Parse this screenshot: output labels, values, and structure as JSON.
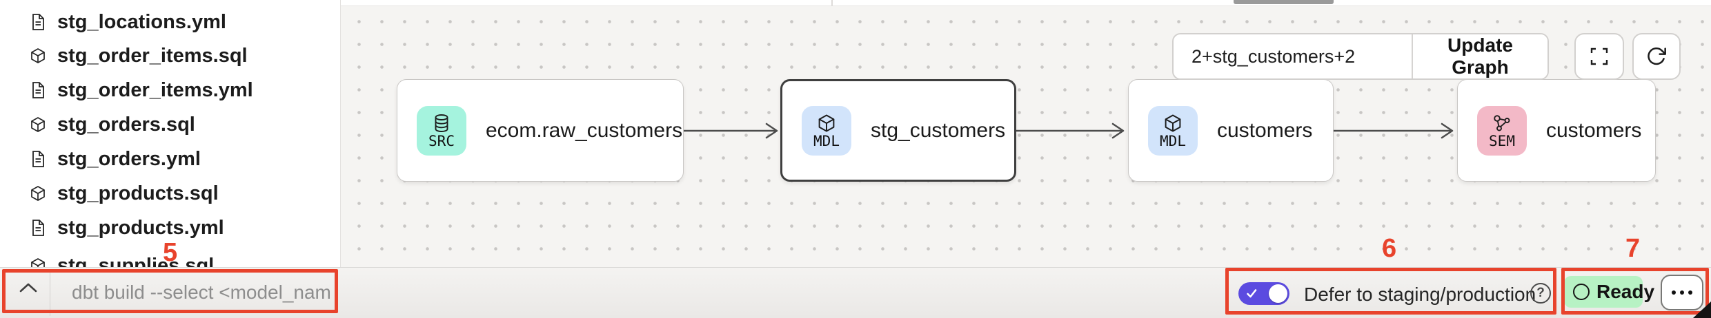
{
  "sidebar": {
    "files": [
      {
        "name": "stg_locations.yml",
        "icon": "document-icon"
      },
      {
        "name": "stg_order_items.sql",
        "icon": "cube-icon"
      },
      {
        "name": "stg_order_items.yml",
        "icon": "document-icon"
      },
      {
        "name": "stg_orders.sql",
        "icon": "cube-icon"
      },
      {
        "name": "stg_orders.yml",
        "icon": "document-icon"
      },
      {
        "name": "stg_products.sql",
        "icon": "cube-icon"
      },
      {
        "name": "stg_products.yml",
        "icon": "document-icon"
      },
      {
        "name": "stg_supplies.sql",
        "icon": "cube-icon"
      }
    ]
  },
  "lineage": {
    "selector_input": "2+stg_customers+2",
    "update_graph_button": "Update Graph",
    "nodes": [
      {
        "badge": "SRC",
        "label": "ecom.raw_customers",
        "selected": false
      },
      {
        "badge": "MDL",
        "label": "stg_customers",
        "selected": true
      },
      {
        "badge": "MDL",
        "label": "customers",
        "selected": false
      },
      {
        "badge": "SEM",
        "label": "customers",
        "selected": false
      }
    ]
  },
  "command_bar": {
    "placeholder": "dbt build --select <model_name>"
  },
  "status_bar": {
    "defer_label": "Defer to staging/production",
    "help_glyph": "?",
    "status": "Ready"
  },
  "annotations": {
    "n5": "5",
    "n6": "6",
    "n7": "7"
  },
  "colors": {
    "src_badge": "#a5f3de",
    "mdl_badge": "#d2e4fb",
    "sem_badge": "#f3b9c7",
    "toggle_on": "#5b4be0",
    "ready_badge_bg": "#b7f2c4",
    "annotation_red": "#e8432c",
    "canvas_bg": "#f5f4f2"
  },
  "icons": {
    "document-icon": "page outline with text lines",
    "cube-icon": "3d package cube outline",
    "database-icon": "cylinder stack",
    "semantic-model-icon": "three linked circles",
    "fullscreen-icon": "four corner brackets",
    "refresh-icon": "clockwise circular arrow",
    "chevron-up-icon": "^",
    "help-icon": "? in circle",
    "status-ring-icon": "empty circle",
    "ellipsis-icon": "three dots"
  }
}
